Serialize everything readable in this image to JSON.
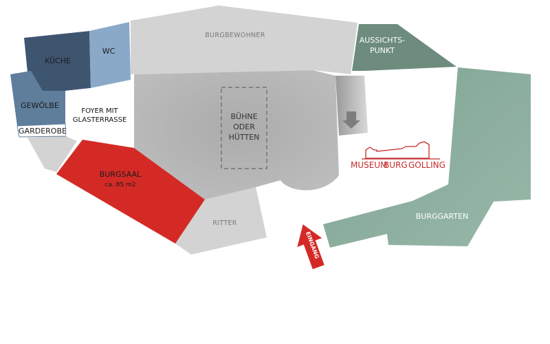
{
  "rooms": {
    "burgbewohner": {
      "label": "BURGBEWOHNER"
    },
    "aussichtspunkt": {
      "line1": "AUSSICHTS-",
      "line2": "PUNKT"
    },
    "kueche": {
      "label": "KÜCHE"
    },
    "wc": {
      "label": "WC"
    },
    "gewoelbe": {
      "label": "GEWÖLBE"
    },
    "garderobe": {
      "label": "GARDEROBE"
    },
    "foyer": {
      "line1": "FOYER MIT",
      "line2": "GLASTERRASSE"
    },
    "buehne": {
      "line1": "BÜHNE",
      "line2": "ODER",
      "line3": "HÜTTEN"
    },
    "burgsaal": {
      "label": "BURGSAAL",
      "size": "ca. 85 m2"
    },
    "ritter": {
      "label": "RITTER"
    },
    "burggarten": {
      "label": "BURGGARTEN"
    },
    "eingang": {
      "label": "EINGANG"
    }
  },
  "logo": {
    "word1": "MUSEUM",
    "word2": "BURG",
    "word3": "GOLLING"
  },
  "colors": {
    "grey_light": "#d3d3d3",
    "grey_mid": "#b4b4b4",
    "blue_dark": "#3e5570",
    "blue_mid": "#5f7e9c",
    "blue_light": "#8aa9c8",
    "green_dark": "#6d8c7e",
    "green_light": "#8fb0a0",
    "red": "#d42a26",
    "logo_red": "#c42a2a"
  }
}
